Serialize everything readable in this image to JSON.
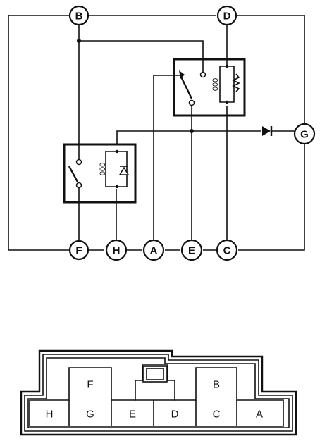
{
  "schematic": {
    "top_terminals": [
      "B",
      "D"
    ],
    "right_terminal": "G",
    "bottom_terminals": [
      "F",
      "H",
      "A",
      "E",
      "C"
    ],
    "coil_symbol_left": "000",
    "coil_symbol_right": "000"
  },
  "connector": {
    "top_row": [
      "F",
      "B"
    ],
    "bottom_row": [
      "H",
      "G",
      "E",
      "D",
      "C",
      "A"
    ]
  }
}
